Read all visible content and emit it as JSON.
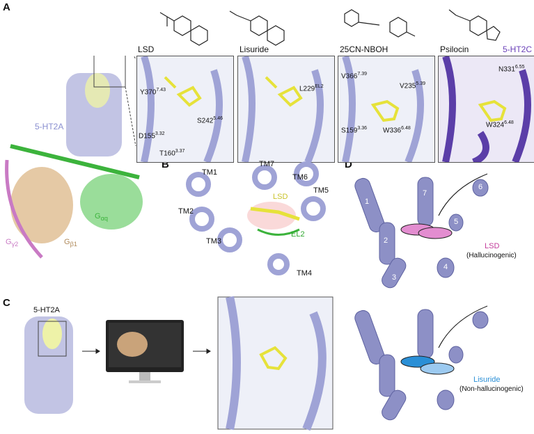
{
  "panels": {
    "a": "A",
    "b": "B",
    "c": "C",
    "d": "D"
  },
  "panel_a": {
    "receptor_label": "5-HT2A",
    "g_proteins": {
      "gamma": "G",
      "gamma_sub": "γ2",
      "beta": "G",
      "beta_sub": "β1",
      "alpha": "G",
      "alpha_sub": "αq"
    },
    "ligands": [
      {
        "name": "LSD",
        "residues": [
          {
            "res": "Y370",
            "num": "7.43"
          },
          {
            "res": "D155",
            "num": "3.32"
          },
          {
            "res": "T160",
            "num": "3.37"
          },
          {
            "res": "S242",
            "num": "5.46"
          }
        ]
      },
      {
        "name": "Lisuride",
        "residues": [
          {
            "res": "L229",
            "num": "EL2"
          }
        ]
      },
      {
        "name": "25CN-NBOH",
        "residues": [
          {
            "res": "V366",
            "num": "7.39"
          },
          {
            "res": "V235",
            "num": "5.39"
          },
          {
            "res": "S159",
            "num": "3.36"
          },
          {
            "res": "W336",
            "num": "6.48"
          }
        ]
      },
      {
        "name": "Psilocin",
        "receptor": "5-HT2C",
        "residues": [
          {
            "res": "N331",
            "num": "6.55"
          },
          {
            "res": "W324",
            "num": "6.48"
          }
        ]
      }
    ]
  },
  "panel_b": {
    "helices": [
      "TM1",
      "TM2",
      "TM3",
      "TM4",
      "TM5",
      "TM6",
      "TM7"
    ],
    "ligand": "LSD",
    "loop": "EL2"
  },
  "panel_c": {
    "receptor_label": "5-HT2A"
  },
  "panel_d": {
    "helix_numbers": [
      "1",
      "2",
      "3",
      "4",
      "5",
      "6",
      "7"
    ],
    "top": {
      "ligand": "LSD",
      "type": "(Hallucinogenic)"
    },
    "bottom": {
      "ligand": "Lisuride",
      "type": "(Non-hallucinogenic)"
    }
  },
  "colors": {
    "receptor": "#9fa3d6",
    "receptor_2c": "#5b3ea8",
    "ligand": "#e6e23a",
    "g_alpha": "#3cb33c",
    "g_beta": "#d9b48a",
    "g_gamma": "#c97ac4",
    "lsd_label": "#c23a9a",
    "lisuride_label": "#2a8fd6"
  }
}
